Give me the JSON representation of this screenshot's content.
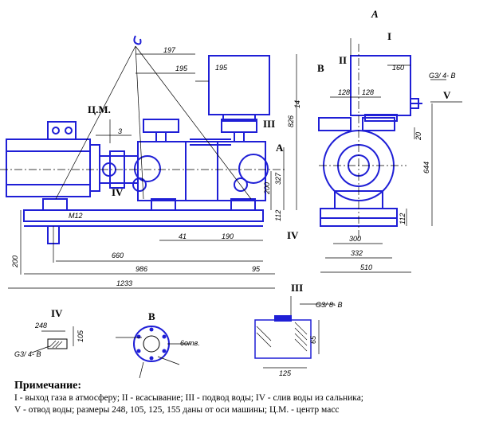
{
  "labels": {
    "cm": "Ц.М.",
    "i_top": "I",
    "a_top": "A",
    "b_side": "B",
    "ii_side": "II",
    "iii_main": "III",
    "iii_detail": "III",
    "iv_main": "IV",
    "iv_right": "IV",
    "iv_detail": "IV",
    "v_side": "V",
    "a_mid": "A",
    "b_detail": "B",
    "m12": "M12"
  },
  "dimensions": {
    "d197": "197",
    "d195": "195",
    "d195b": "195",
    "d3": "3",
    "d826": "826",
    "d327": "327",
    "d200": "200",
    "d112": "112",
    "d41": "41",
    "d190": "190",
    "d660": "660",
    "d986": "986",
    "d95": "95",
    "d1233": "1233",
    "d200left": "200",
    "d160": "160",
    "d128a": "128",
    "d128b": "128",
    "d14": "14",
    "d20": "20",
    "d644": "644",
    "d112r": "112",
    "d300": "300",
    "d332": "332",
    "d510": "510",
    "d248": "248",
    "d105": "105",
    "d65": "65",
    "d125": "125",
    "thread_g34": "G3/ 4- B",
    "thread_g34b": "G3/ 4- B",
    "thread_g38": "G3/ 8- B",
    "holes_6": "6отв."
  },
  "note": {
    "title": "Примечание:",
    "line1": "I -  выход газа в атмосферу; II - всасывание; III - подвод воды; IV - слив воды из сальника;",
    "line2": "V - отвод воды; размеры 248, 105, 125, 155 даны от оси машины;  Ц.М. - центр масс"
  },
  "colors": {
    "line": "#1f1fd6",
    "dimension": "#000000"
  }
}
